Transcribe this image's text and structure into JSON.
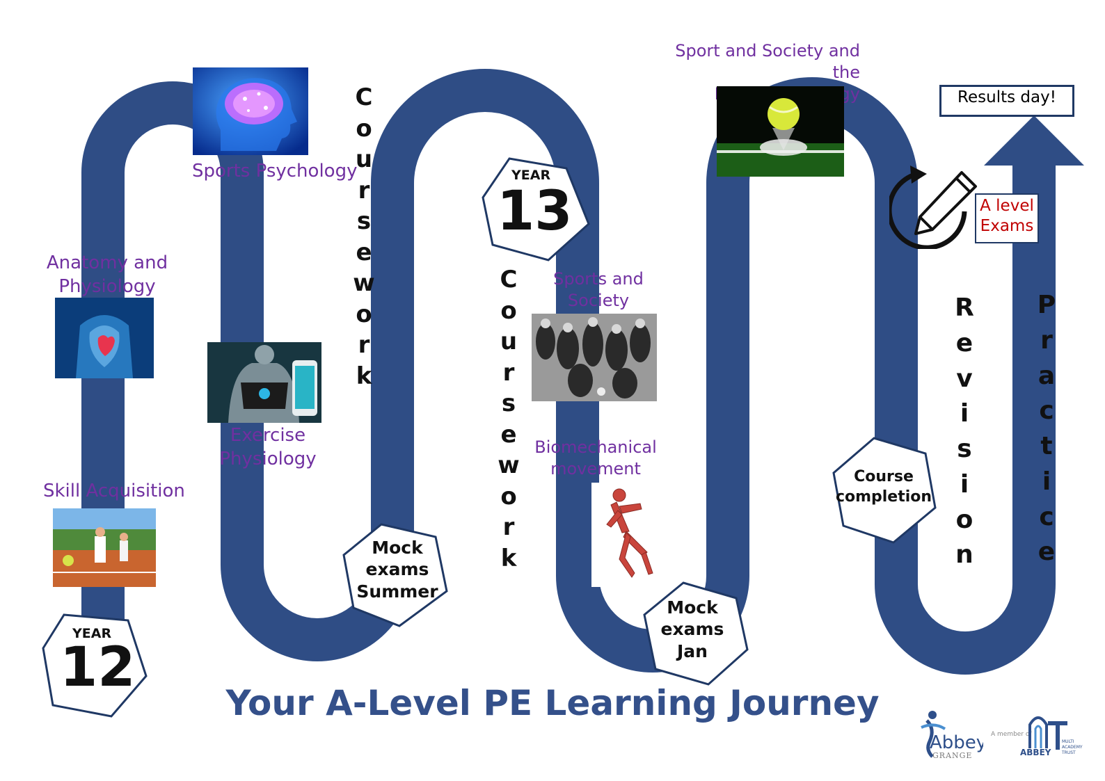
{
  "title": "Your A-Level PE Learning Journey",
  "colors": {
    "road": "#2f4d85",
    "topic_text": "#7030a0",
    "exam_text": "#c00000",
    "title": "#34508a"
  },
  "topics": {
    "skill_acquisition": "Skill Acquisition",
    "anatomy_line1": "Anatomy and",
    "anatomy_line2": "Physiology",
    "sports_psychology": "Sports Psychology",
    "exercise_line1": "Exercise",
    "exercise_line2": "Physiology",
    "society_line1": "Sports and",
    "society_line2": "Society",
    "biomech_line1": "Biomechanical",
    "biomech_line2": "movement",
    "tech_line1": "Sport and Society and the",
    "tech_line2": "Role of Techology"
  },
  "milestones": {
    "year12_label": "YEAR",
    "year12_number": "12",
    "year13_label": "YEAR",
    "year13_number": "13",
    "mock_summer_line1": "Mock",
    "mock_summer_line2": "exams",
    "mock_summer_line3": "Summer",
    "mock_jan_line1": "Mock",
    "mock_jan_line2": "exams",
    "mock_jan_line3": "Jan",
    "course_line1": "Course",
    "course_line2": "completion"
  },
  "vertical_words": {
    "coursework_1": "Coursework",
    "coursework_2": "Coursework",
    "revision": "Revision",
    "practice": "Practice"
  },
  "boxes": {
    "results_day": "Results day!",
    "a_level_line1": "A level",
    "a_level_line2": "Exams"
  },
  "icons": [
    "brain-icon",
    "heart-anatomy-icon",
    "tennis-coaching-icon",
    "wearable-sensor-icon",
    "crowd-football-icon",
    "running-muscle-figure-icon",
    "tennis-ball-icon",
    "refresh-pencil-icon",
    "abbey-grange-logo",
    "abbey-trust-logo"
  ],
  "logos": {
    "abbey_grange_1": "Abbey",
    "abbey_grange_2": "GRANGE",
    "member_of": "A member of",
    "trust_1": "ABBEY",
    "trust_2": "MULTI",
    "trust_3": "ACADEMY",
    "trust_4": "TRUST"
  }
}
